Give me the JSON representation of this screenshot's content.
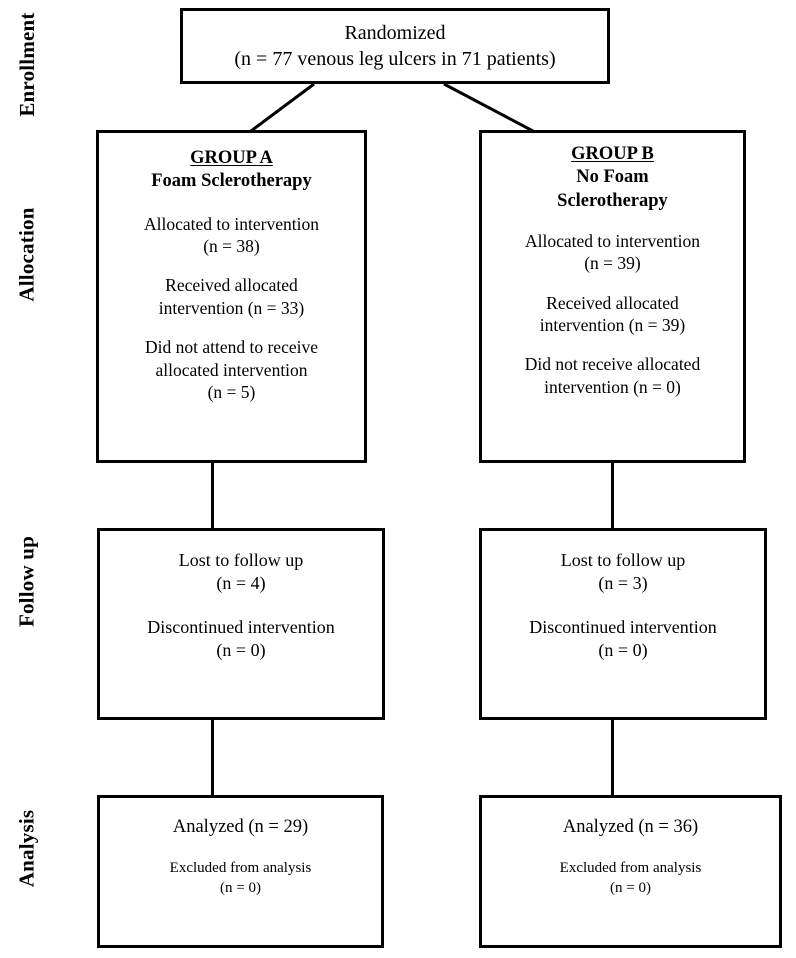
{
  "figure": {
    "type": "consort-flow-diagram",
    "title": "CONSORT participant flow diagram"
  },
  "stages": [
    {
      "id": "enrollment",
      "label": "Enrollment"
    },
    {
      "id": "allocation",
      "label": "Allocation"
    },
    {
      "id": "follow-up",
      "label": "Follow up"
    },
    {
      "id": "analysis",
      "label": "Analysis"
    }
  ],
  "enrollment": {
    "randomized": {
      "line1": "Randomized",
      "line2": "(n = 77 venous leg ulcers in 71 patients)",
      "n_ulcers": 77,
      "n_patients": 71
    }
  },
  "allocation": {
    "group_a": {
      "heading_title": "GROUP A",
      "heading_sub": "Foam Sclerotherapy",
      "allocated_label": "Allocated to intervention",
      "allocated_n": "(n = 38)",
      "received_line1": "Received allocated",
      "received_line2": "intervention (n = 33)",
      "not_received_line1": "Did not attend to receive",
      "not_received_line2": "allocated intervention",
      "not_received_n": "(n = 5)"
    },
    "group_b": {
      "heading_title": "GROUP B",
      "heading_sub_line1": "No Foam",
      "heading_sub_line2": "Sclerotherapy",
      "allocated_label": "Allocated to intervention",
      "allocated_n": "(n = 39)",
      "received_line1": "Received allocated",
      "received_line2": "intervention (n = 39)",
      "not_received_line1": "Did not receive allocated",
      "not_received_line2": "intervention (n = 0)"
    }
  },
  "follow_up": {
    "group_a": {
      "lost_label": "Lost to follow up",
      "lost_n": "(n = 4)",
      "discontinued_label": "Discontinued intervention",
      "discontinued_n": "(n = 0)"
    },
    "group_b": {
      "lost_label": "Lost to follow up",
      "lost_n": "(n = 3)",
      "discontinued_label": "Discontinued intervention",
      "discontinued_n": "(n = 0)"
    }
  },
  "analysis": {
    "group_a": {
      "analyzed_line": "Analyzed (n = 29)",
      "excluded_label": "Excluded from analysis",
      "excluded_n": "(n = 0)"
    },
    "group_b": {
      "analyzed_line": "Analyzed (n = 36)",
      "excluded_label": "Excluded from analysis",
      "excluded_n": "(n = 0)"
    }
  },
  "style": {
    "line_color": "#000000",
    "background": "#ffffff"
  }
}
